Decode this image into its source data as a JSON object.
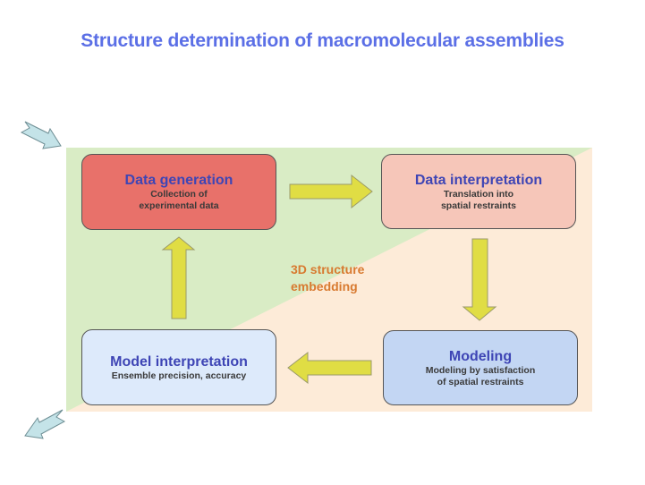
{
  "title": "Structure determination of macromolecular assemblies",
  "colors": {
    "title": "#5b6fe6",
    "panel_green": "#d9ecc5",
    "panel_peach": "#fdebd8",
    "arrow_yellow": "#e0dd44",
    "arrow_cyan": "#c4e3e8",
    "center_label": "#d87a30"
  },
  "center_label": {
    "line1": "3D structure",
    "line2": "embedding"
  },
  "boxes": {
    "data_generation": {
      "heading": "Data generation",
      "line1": "Collection of",
      "line2": "experimental data",
      "color": "#e8716a"
    },
    "data_interpretation": {
      "heading": "Data interpretation",
      "line1": "Translation into",
      "line2": "spatial restraints",
      "color": "#f6c6b9"
    },
    "modeling": {
      "heading": "Modeling",
      "line1": "Modeling by satisfaction",
      "line2": "of spatial restraints",
      "color": "#c3d6f3"
    },
    "model_interpretation": {
      "heading": "Model interpretation",
      "line1": "Ensemble precision, accuracy",
      "color": "#ddeafb"
    }
  },
  "arrows": [
    {
      "name": "arrow-generation-to-interpretation",
      "direction": "right"
    },
    {
      "name": "arrow-interpretation-to-modeling",
      "direction": "down"
    },
    {
      "name": "arrow-modeling-to-model-interpretation",
      "direction": "left"
    },
    {
      "name": "arrow-model-interpretation-to-generation",
      "direction": "up"
    },
    {
      "name": "entry-arrow",
      "direction": "down-right"
    },
    {
      "name": "exit-arrow",
      "direction": "down-left"
    }
  ]
}
